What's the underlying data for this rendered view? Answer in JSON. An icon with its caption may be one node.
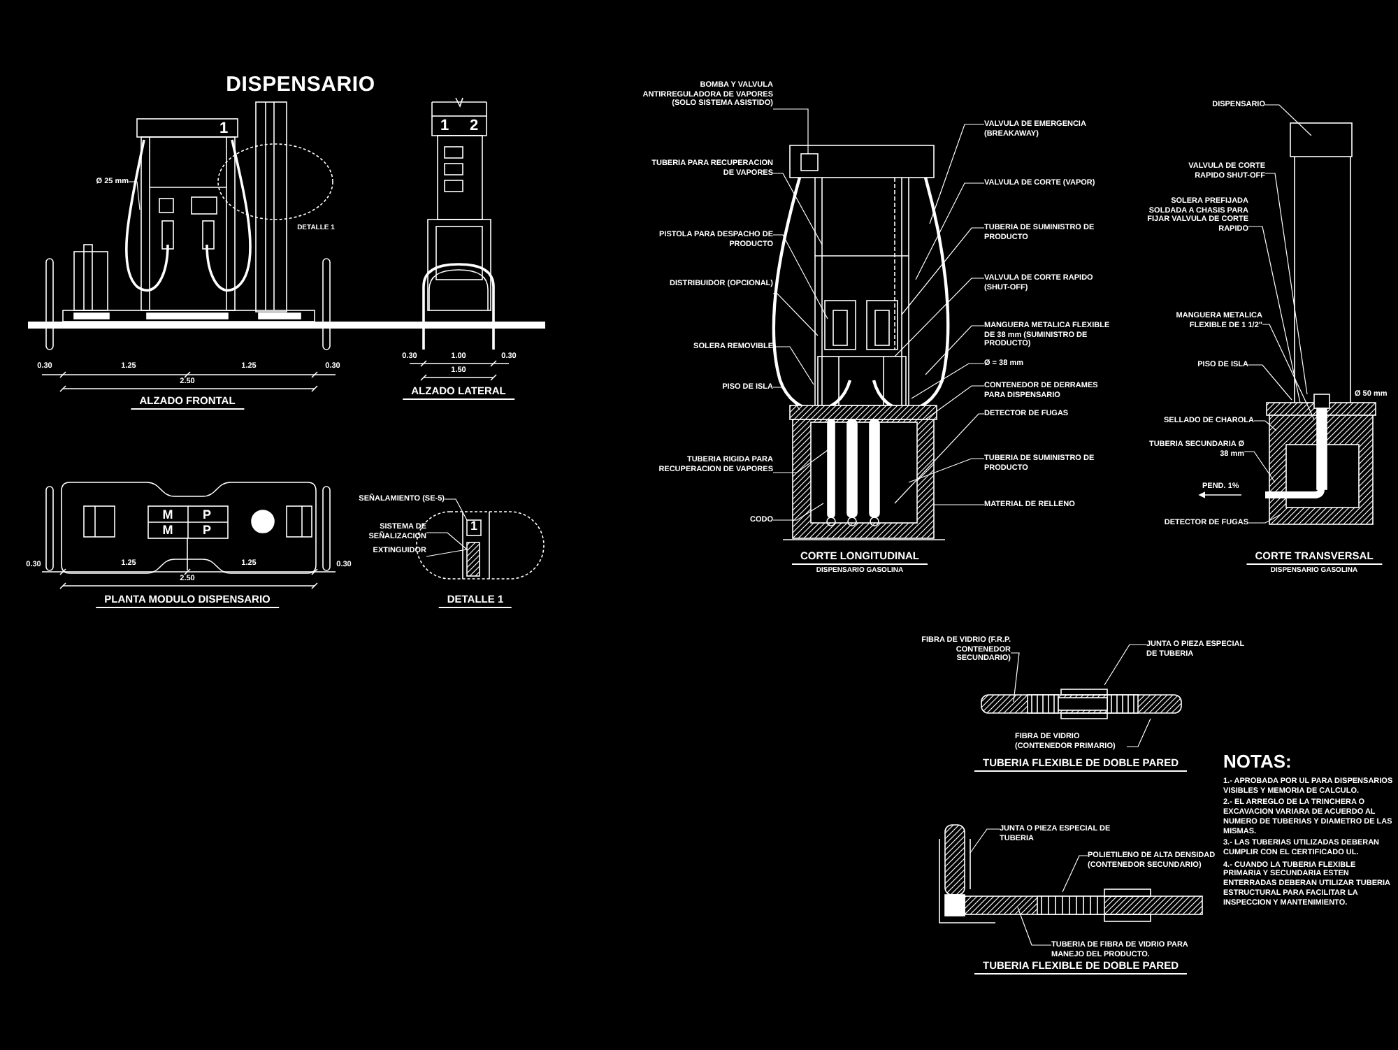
{
  "diagram": {
    "title": "DISPENSARIO",
    "nodes": [
      {
        "text": [
          "Ø 25 mm"
        ]
      },
      {
        "text": [
          "SEÑALAMIENTO (SE-5)"
        ]
      },
      {
        "text": [
          "SISTEMA DE SEÑALIZACION"
        ]
      },
      {
        "text": [
          "EXTINGUIDOR"
        ]
      },
      {
        "text": [
          "BOMBA Y VALVULA ANTIRREGULADORA DE VAPORES (SOLO SISTEMA ASISTIDO)"
        ]
      },
      {
        "text": [
          "TUBERIA PARA RECUPERACION DE VAPORES"
        ]
      },
      {
        "text": [
          "PISTOLA PARA DESPACHO DE PRODUCTO"
        ]
      },
      {
        "text": [
          "DISTRIBUIDOR (OPCIONAL)"
        ]
      },
      {
        "text": [
          "SOLERA REMOVIBLE"
        ]
      },
      {
        "text": [
          "PISO DE ISLA"
        ]
      },
      {
        "text": [
          "TUBERIA RIGIDA PARA RECUPERACION DE VAPORES"
        ]
      },
      {
        "text": [
          "CODO"
        ]
      },
      {
        "text": [
          "VALVULA DE EMERGENCIA (BREAKAWAY)"
        ]
      },
      {
        "text": [
          "VALVULA DE CORTE (VAPOR)"
        ]
      },
      {
        "text": [
          "TUBERIA DE SUMINISTRO DE PRODUCTO"
        ]
      },
      {
        "text": [
          "VALVULA DE CORTE RAPIDO (SHUT-OFF)"
        ]
      },
      {
        "text": [
          "MANGUERA METALICA FLEXIBLE DE 38 mm (SUMINISTRO DE PRODUCTO)"
        ]
      },
      {
        "text": [
          "Ø = 38 mm"
        ]
      },
      {
        "text": [
          "CONTENEDOR DE DERRAMES PARA DISPENSARIO"
        ]
      },
      {
        "text": [
          "DETECTOR DE FUGAS"
        ]
      },
      {
        "text": [
          "TUBERIA DE SUMINISTRO DE PRODUCTO"
        ]
      },
      {
        "text": [
          "MATERIAL DE RELLENO"
        ]
      },
      {
        "text": [
          "DISPENSARIO"
        ]
      },
      {
        "text": [
          "VALVULA DE CORTE RAPIDO SHUT-OFF"
        ]
      },
      {
        "text": [
          "SOLERA PREFIJADA SOLDADA A CHASIS PARA FIJAR VALVULA DE CORTE RAPIDO"
        ]
      },
      {
        "text": [
          "MANGUERA METALICA FLEXIBLE DE 1 1/2\""
        ]
      },
      {
        "text": [
          "PISO DE ISLA"
        ]
      },
      {
        "text": [
          "SELLADO DE CHAROLA"
        ]
      },
      {
        "text": [
          "TUBERIA SECUNDARIA Ø 38 mm"
        ]
      },
      {
        "text": [
          "DETECTOR DE FUGAS"
        ]
      },
      {
        "text": [
          "FIBRA DE VIDRIO (F.R.P. CONTENEDOR SECUNDARIO)"
        ]
      },
      {
        "text": [
          "JUNTA O PIEZA ESPECIAL DE TUBERIA"
        ]
      },
      {
        "text": [
          "FIBRA DE VIDRIO (CONTENEDOR PRIMARIO)"
        ]
      },
      {
        "text": [
          "JUNTA O PIEZA ESPECIAL DE TUBERIA"
        ]
      },
      {
        "text": [
          "POLIETILENO DE ALTA DENSIDAD (CONTENEDOR SECUNDARIO)"
        ]
      },
      {
        "text": [
          "TUBERIA DE FIBRA DE VIDRIO PARA MANEJO DEL PRODUCTO."
        ]
      },
      {
        "text": [],
        "shape": "box"
      },
      {
        "text": [],
        "shape": "box"
      },
      {
        "text": [],
        "shape": "box"
      }
    ],
    "edges": [
      {
        "from": 0,
        "to": null,
        "arrow": "none"
      },
      {
        "from": 1,
        "to": 37,
        "arrow": "none"
      },
      {
        "from": 2,
        "to": 38,
        "arrow": "none"
      },
      {
        "from": 3,
        "to": 38,
        "arrow": "none"
      },
      {
        "from": 4,
        "to": 36,
        "arrow": "none"
      },
      {
        "from": 5,
        "to": null,
        "arrow": "none"
      },
      {
        "from": 6,
        "to": null,
        "arrow": "none"
      },
      {
        "from": 7,
        "to": null,
        "arrow": "none"
      },
      {
        "from": 8,
        "to": null,
        "arrow": "none"
      },
      {
        "from": 9,
        "to": null,
        "arrow": "none"
      },
      {
        "from": 10,
        "to": null,
        "arrow": "none"
      },
      {
        "from": 11,
        "to": null,
        "arrow": "none"
      },
      {
        "from": 12,
        "to": null,
        "arrow": "none"
      },
      {
        "from": 13,
        "to": null,
        "arrow": "none"
      },
      {
        "from": 14,
        "to": null,
        "arrow": "none"
      },
      {
        "from": 15,
        "to": null,
        "arrow": "none"
      },
      {
        "from": 16,
        "to": null,
        "arrow": "none"
      },
      {
        "from": 17,
        "to": null,
        "arrow": "none"
      },
      {
        "from": 18,
        "to": null,
        "arrow": "none"
      },
      {
        "from": 19,
        "to": null,
        "arrow": "none"
      },
      {
        "from": 20,
        "to": null,
        "arrow": "none"
      },
      {
        "from": 21,
        "to": null,
        "arrow": "none"
      },
      {
        "from": 22,
        "to": null,
        "arrow": "none"
      },
      {
        "from": 23,
        "to": null,
        "arrow": "none"
      },
      {
        "from": 24,
        "to": null,
        "arrow": "none"
      },
      {
        "from": 25,
        "to": null,
        "arrow": "none"
      },
      {
        "from": 26,
        "to": null,
        "arrow": "none"
      },
      {
        "from": 27,
        "to": null,
        "arrow": "none"
      },
      {
        "from": 28,
        "to": null,
        "arrow": "none"
      },
      {
        "from": 29,
        "to": null,
        "arrow": "none"
      },
      {
        "from": 30,
        "to": null,
        "arrow": "none"
      },
      {
        "from": 31,
        "to": null,
        "arrow": "none"
      },
      {
        "from": 32,
        "to": null,
        "arrow": "none"
      },
      {
        "from": 33,
        "to": null,
        "arrow": "none"
      },
      {
        "from": 34,
        "to": null,
        "arrow": "none"
      },
      {
        "from": 35,
        "to": null,
        "arrow": "none"
      }
    ],
    "labels": [
      "1",
      "DETALLE 1",
      "0.30",
      "1.25",
      "1.25",
      "0.30",
      "2.50",
      "ALZADO FRONTAL",
      "1",
      "2",
      "0.30",
      "1.00",
      "0.30",
      "1.50",
      "ALZADO LATERAL",
      "M",
      "P",
      "M",
      "P",
      "0.30",
      "1.25",
      "1.25",
      "0.30",
      "2.50",
      "PLANTA MODULO DISPENSARIO",
      "1",
      "DETALLE 1",
      "CORTE LONGITUDINAL",
      "DISPENSARIO GASOLINA",
      "Ø 50 mm",
      "PEND. 1%",
      "CORTE TRANSVERSAL",
      "DISPENSARIO GASOLINA",
      "TUBERIA FLEXIBLE DE DOBLE PARED",
      "TUBERIA FLEXIBLE DE DOBLE PARED",
      "NOTAS:",
      "1.- APROBADA POR UL PARA DISPENSARIOS VISIBLES Y MEMORIA DE CALCULO.",
      "2.- EL ARREGLO DE LA TRINCHERA O EXCAVACION VARIARA DE ACUERDO AL NUMERO DE TUBERIAS Y DIAMETRO DE LAS MISMAS.",
      "3.- LAS TUBERIAS UTILIZADAS DEBERAN CUMPLIR CON EL CERTIFICADO UL.",
      "4.- CUANDO LA TUBERIA FLEXIBLE PRIMARIA Y SECUNDARIA ESTEN ENTERRADAS DEBERAN UTILIZAR TUBERIA ESTRUCTURAL PARA FACILITAR LA INSPECCION Y MANTENIMIENTO."
    ]
  }
}
